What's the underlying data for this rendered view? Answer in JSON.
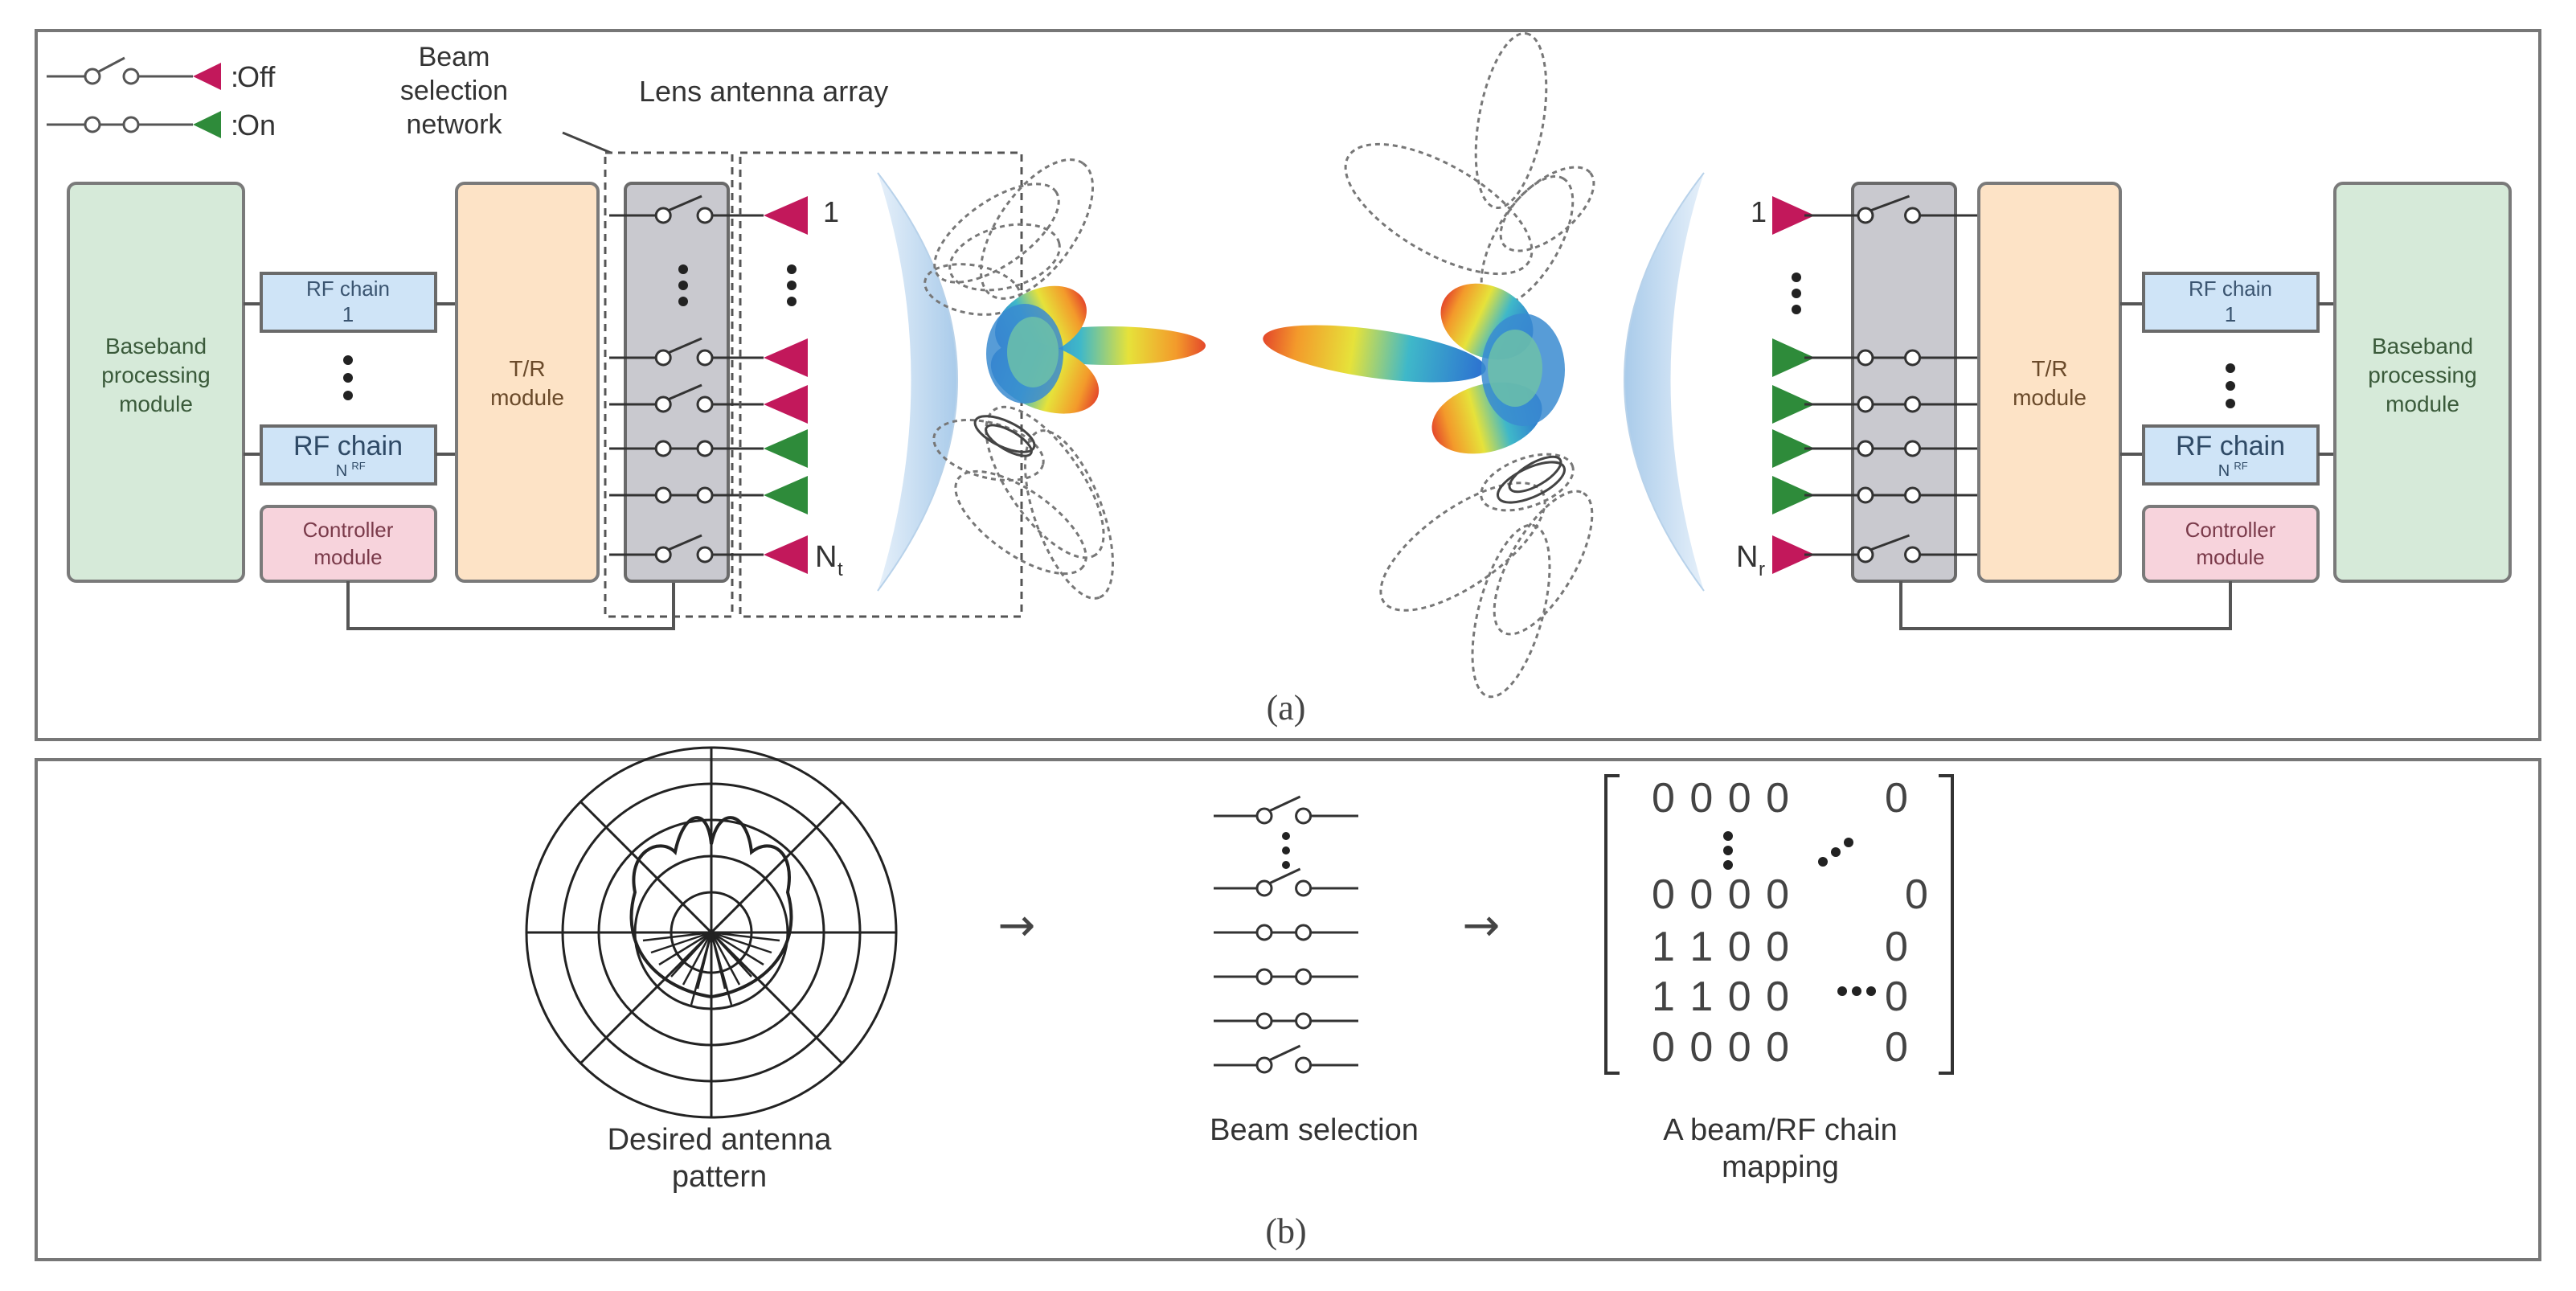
{
  "legend": {
    "off_label": "Off",
    "on_label": "On",
    "colors": {
      "off": "#c2185b",
      "on": "#2e8b3a"
    }
  },
  "labels": {
    "beam_selection_network": [
      "Beam",
      "selection",
      "network"
    ],
    "lens_antenna_array": "Lens antenna array",
    "baseband": [
      "Baseband",
      "processing",
      "module"
    ],
    "rf_chain_1": [
      "RF chain",
      "1"
    ],
    "rf_chain_n_main": "RF chain",
    "rf_chain_n_sub": "N",
    "rf_chain_n_sub_sup": "RF",
    "tr_module": [
      "T/R",
      "module"
    ],
    "controller": [
      "Controller",
      "module"
    ],
    "port_first": "1",
    "port_last_tx": "N",
    "port_last_tx_sub": "t",
    "port_last_rx": "N",
    "port_last_rx_sub": "r",
    "caption_a": "(a)",
    "caption_b": "(b)"
  },
  "panel_b": {
    "desired_pattern": [
      "Desired antenna",
      "pattern"
    ],
    "beam_selection": "Beam selection",
    "mapping": [
      "A beam/RF chain",
      "mapping"
    ],
    "arrow": "→",
    "matrix_rows": [
      "0 0 0 0",
      "0 0 0 0",
      "1 1 0 0",
      "1 1 0 0",
      "0 0 0 0"
    ],
    "matrix_last_col": [
      "0",
      "0",
      "0",
      "0",
      "0"
    ]
  },
  "colors": {
    "baseband_fill": "#d6ead9",
    "rf_fill": "#cfe4f7",
    "tr_fill": "#fde3c6",
    "controller_fill": "#f7d3dc",
    "switch_fill": "#c9c9cf",
    "lens_fill": "#cfe3f5"
  }
}
